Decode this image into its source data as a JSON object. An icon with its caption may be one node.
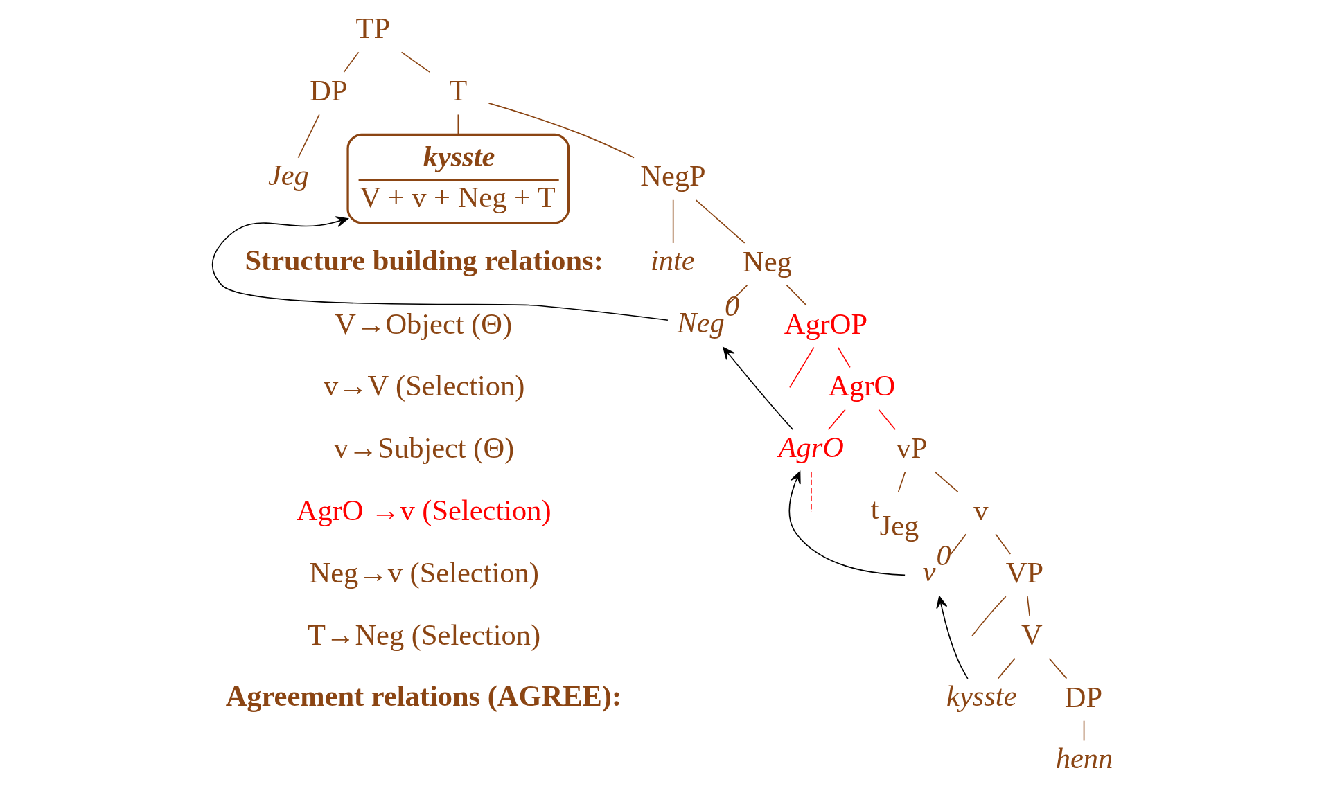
{
  "diagram": {
    "nodes": [
      {
        "text": [
          "TP"
        ]
      },
      {
        "text": [
          "DP"
        ]
      },
      {
        "text": [
          "Jeg"
        ]
      },
      {
        "text": [
          "T"
        ]
      },
      {
        "text": [
          "kysste",
          "V + v + Neg + T"
        ]
      },
      {
        "text": [
          "NegP"
        ]
      },
      {
        "text": [
          "inte"
        ]
      },
      {
        "text": [
          "Neg"
        ]
      },
      {
        "text": [
          "Neg$^{0}$"
        ]
      },
      {
        "text": [
          "AgrOP"
        ]
      },
      {
        "text": [
          "AgrO"
        ]
      },
      {
        "text": [
          "AgrO"
        ]
      },
      {
        "text": [
          "vP"
        ]
      },
      {
        "text": [
          "t$_{Jeg}$"
        ]
      },
      {
        "text": [
          "v"
        ]
      },
      {
        "text": [
          "v$^{0}$"
        ]
      },
      {
        "text": [
          "VP"
        ]
      },
      {
        "text": [
          "V"
        ]
      },
      {
        "text": [
          "kysste"
        ]
      },
      {
        "text": [
          "DP"
        ]
      },
      {
        "text": [
          "henn"
        ]
      }
    ],
    "edges": [
      {
        "from": 0,
        "to": 1,
        "arrow": "none"
      },
      {
        "from": 0,
        "to": 3,
        "arrow": "none"
      },
      {
        "from": 1,
        "to": 2,
        "arrow": "none"
      },
      {
        "from": 3,
        "to": 4,
        "arrow": "none"
      },
      {
        "from": 3,
        "to": 5,
        "arrow": "none"
      },
      {
        "from": 5,
        "to": 6,
        "arrow": "none"
      },
      {
        "from": 5,
        "to": 7,
        "arrow": "none"
      },
      {
        "from": 7,
        "to": 8,
        "arrow": "none"
      },
      {
        "from": 7,
        "to": 9,
        "arrow": "none"
      },
      {
        "from": 9,
        "to": null,
        "arrow": "none",
        "color": "#ff0000"
      },
      {
        "from": 9,
        "to": 10,
        "arrow": "none",
        "color": "#ff0000"
      },
      {
        "from": 10,
        "to": 11,
        "arrow": "none",
        "color": "#ff0000"
      },
      {
        "from": 10,
        "to": 12,
        "arrow": "none",
        "color": "#ff0000"
      },
      {
        "from": 12,
        "to": 13,
        "arrow": "none"
      },
      {
        "from": 12,
        "to": 14,
        "arrow": "none"
      },
      {
        "from": 14,
        "to": 15,
        "arrow": "none"
      },
      {
        "from": 14,
        "to": 16,
        "arrow": "none"
      },
      {
        "from": 16,
        "to": null,
        "arrow": "none"
      },
      {
        "from": 16,
        "to": 17,
        "arrow": "none"
      },
      {
        "from": 17,
        "to": 18,
        "arrow": "none"
      },
      {
        "from": 17,
        "to": 19,
        "arrow": "none"
      },
      {
        "from": 19,
        "to": 20,
        "arrow": "none"
      },
      {
        "from": 8,
        "to": 4,
        "arrow": "to",
        "color": "#000000"
      },
      {
        "from": 11,
        "to": 8,
        "arrow": "to",
        "color": "#000000"
      },
      {
        "from": 15,
        "to": 11,
        "arrow": "to",
        "color": "#000000"
      },
      {
        "from": 18,
        "to": 15,
        "arrow": "to",
        "color": "#000000"
      },
      {
        "from": 11,
        "to": null,
        "arrow": "none",
        "style": "dashed",
        "color": "#ff0000"
      }
    ],
    "labels": [
      "Structure building relations:",
      "V→Object (Θ)",
      "v→V (Selection)",
      "v→Subject (Θ)",
      "AgrO →v (Selection)",
      "Neg→v (Selection)",
      "T→Neg (Selection)",
      "Agreement relations (AGREE):"
    ]
  }
}
